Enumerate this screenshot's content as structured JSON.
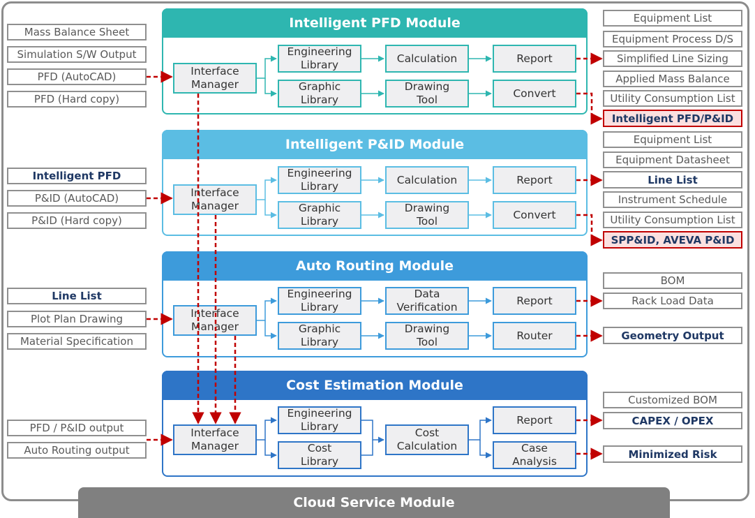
{
  "cloud_service": "Cloud Service Module",
  "modules": [
    {
      "title": "Intelligent PFD Module",
      "color": "#2eb6b0",
      "interface": "Interface\nManager",
      "boxes": [
        "Engineering\nLibrary",
        "Graphic\nLibrary",
        "Calculation",
        "Drawing\nTool",
        "Report",
        "Convert"
      ],
      "inputs": [
        "Mass Balance Sheet",
        "Simulation S/W Output",
        "PFD (AutoCAD)",
        "PFD (Hard copy)"
      ],
      "outputs": [
        "Equipment List",
        "Equipment Process D/S",
        "Simplified Line Sizing",
        "Applied Mass Balance",
        "Utility Consumption List",
        "Intelligent PFD/P&ID"
      ]
    },
    {
      "title": "Intelligent P&ID Module",
      "color": "#5bbde3",
      "interface": "Interface\nManager",
      "boxes": [
        "Engineering\nLibrary",
        "Graphic\nLibrary",
        "Calculation",
        "Drawing\nTool",
        "Report",
        "Convert"
      ],
      "inputs": [
        "Intelligent PFD",
        "P&ID (AutoCAD)",
        "P&ID (Hard copy)"
      ],
      "outputs": [
        "Equipment List",
        "Equipment Datasheet",
        "Line List",
        "Instrument Schedule",
        "Utility Consumption List",
        "SPP&ID, AVEVA P&ID"
      ]
    },
    {
      "title": "Auto Routing Module",
      "color": "#3d9bdb",
      "interface": "Interface\nManager",
      "boxes": [
        "Engineering\nLibrary",
        "Graphic\nLibrary",
        "Data\nVerification",
        "Drawing\nTool",
        "Report",
        "Router"
      ],
      "inputs": [
        "Line List",
        "Plot Plan Drawing",
        "Material Specification"
      ],
      "outputs": [
        "BOM",
        "Rack Load Data",
        "Geometry Output"
      ]
    },
    {
      "title": "Cost Estimation Module",
      "color": "#2e75c7",
      "interface": "Interface\nManager",
      "boxes": [
        "Engineering\nLibrary",
        "Cost\nLibrary",
        "Cost\nCalculation",
        "Report",
        "Case\nAnalysis"
      ],
      "inputs": [
        "PFD / P&ID output",
        "Auto Routing output"
      ],
      "outputs": [
        "Customized BOM",
        "CAPEX / OPEX",
        "Minimized Risk"
      ]
    }
  ]
}
